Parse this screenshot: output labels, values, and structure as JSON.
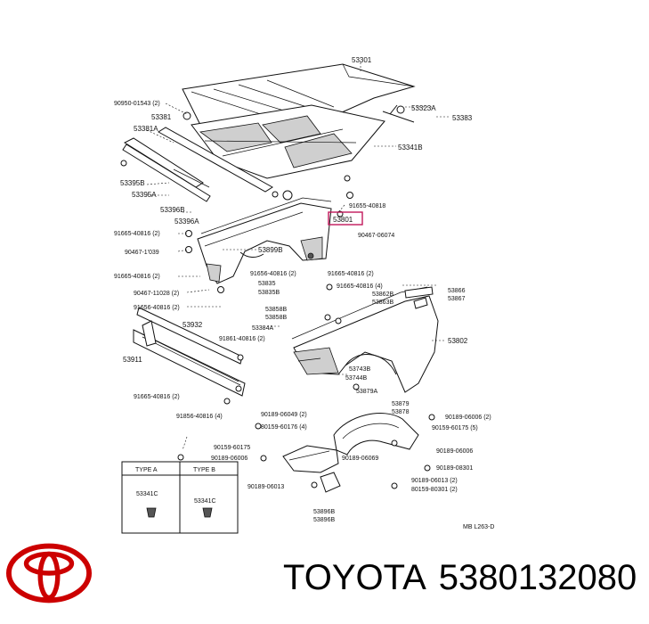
{
  "labels": {
    "l53301": "53301",
    "l90950": "90950-01543 (2)",
    "l53381": "53381",
    "l53381A": "53381A",
    "l53323A": "53323A",
    "l53383": "53383",
    "l53341B": "53341B",
    "l53395B": "53395B",
    "l53395A": "53395A",
    "l53396B": "53396B",
    "l53396A": "53396A",
    "l91655_top": "91655-40818",
    "l53801": "53801",
    "l90467_06074": "90467-06074",
    "l91665_l1": "91665-40816 (2)",
    "l90467_1039": "90467-1'039",
    "l53899B": "53899B",
    "l91665_l2": "91665-40816 (2)",
    "l91656_mid": "91656-40816 (2)",
    "l91665_mid2": "91665-40816 (2)",
    "l91665_r": "91665-40816 (4)",
    "l90467_11028": "90467-11028 (2)",
    "l53835": "53835",
    "l53835B": "53835B",
    "l53862B": "53862B",
    "l53863B": "53863B",
    "l53866": "53866",
    "l53867": "53867",
    "l91656_l3": "91656-40816 (2)",
    "l53858B": "53858B",
    "l53858B2": "53858B",
    "l53932": "53932",
    "l53384A": "53384A",
    "l53802": "53802",
    "l91861": "91861-40816 (2)",
    "l53911": "53911",
    "l53743B": "53743B",
    "l53744B": "53744B",
    "l91665_low": "91665-40816 (2)",
    "l53879A": "53879A",
    "l91856": "91856-40816 (4)",
    "l53879": "53879",
    "l53878": "53878",
    "l90189_a": "90189-06049 (2)",
    "l90189_b": "90189-06006 (2)",
    "l90159_a": "80159-60176 (4)",
    "l90159_b": "90159-60175 (5)",
    "l90159_c": "90159-60175",
    "l90189_c": "90189-06006",
    "l90189_d": "90189-06006",
    "l90189_e": "90189-06069",
    "l90189_f": "90189-06013",
    "l90189_g": "90189-06013 (2)",
    "l90189_h": "90189-08301",
    "l80159": "80159-80301 (2)",
    "l53899C": "53896B",
    "l53896B": "53896B",
    "type_a": "TYPE A",
    "type_b": "TYPE B",
    "l53341C": "53341C",
    "l53341C2": "53341C",
    "code": "MB L263-D"
  },
  "brand": "TOYOTA",
  "part_number": "5380132080",
  "colors": {
    "highlight": "#c2185b",
    "ink": "#111111"
  },
  "icons": {
    "logo": "toyota-logo"
  }
}
